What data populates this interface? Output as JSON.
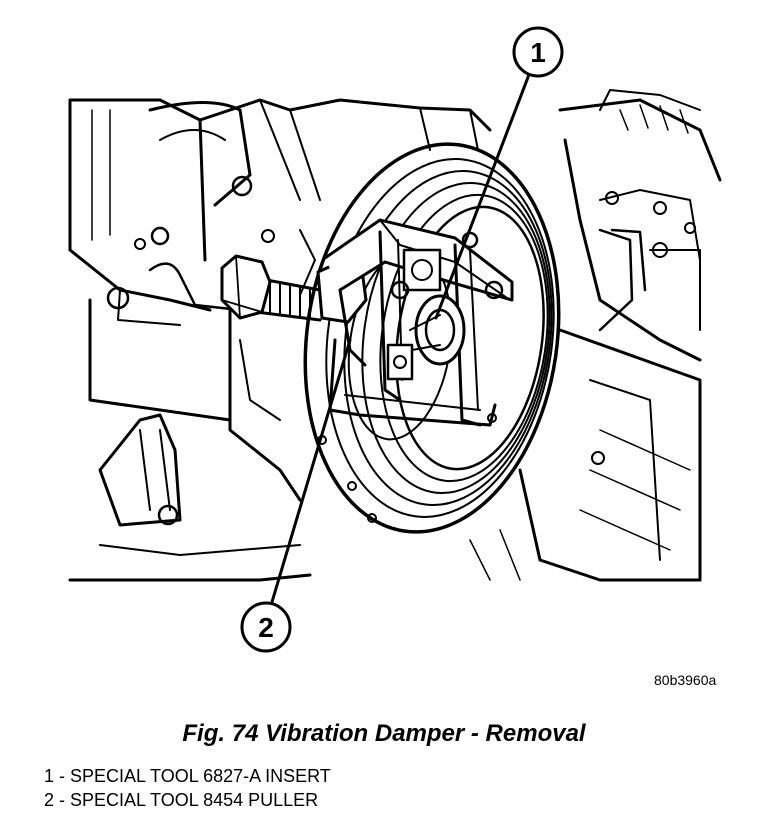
{
  "figure": {
    "reference_code": "80b3960a",
    "caption": "Fig. 74 Vibration Damper - Removal",
    "callouts": [
      {
        "number": "1",
        "text": "SPECIAL TOOL 6827-A INSERT"
      },
      {
        "number": "2",
        "text": "SPECIAL TOOL 8454 PULLER"
      }
    ]
  },
  "legend": {
    "items": [
      "1 - SPECIAL TOOL 6827-A INSERT",
      "2 - SPECIAL TOOL 8454 PULLER"
    ]
  }
}
